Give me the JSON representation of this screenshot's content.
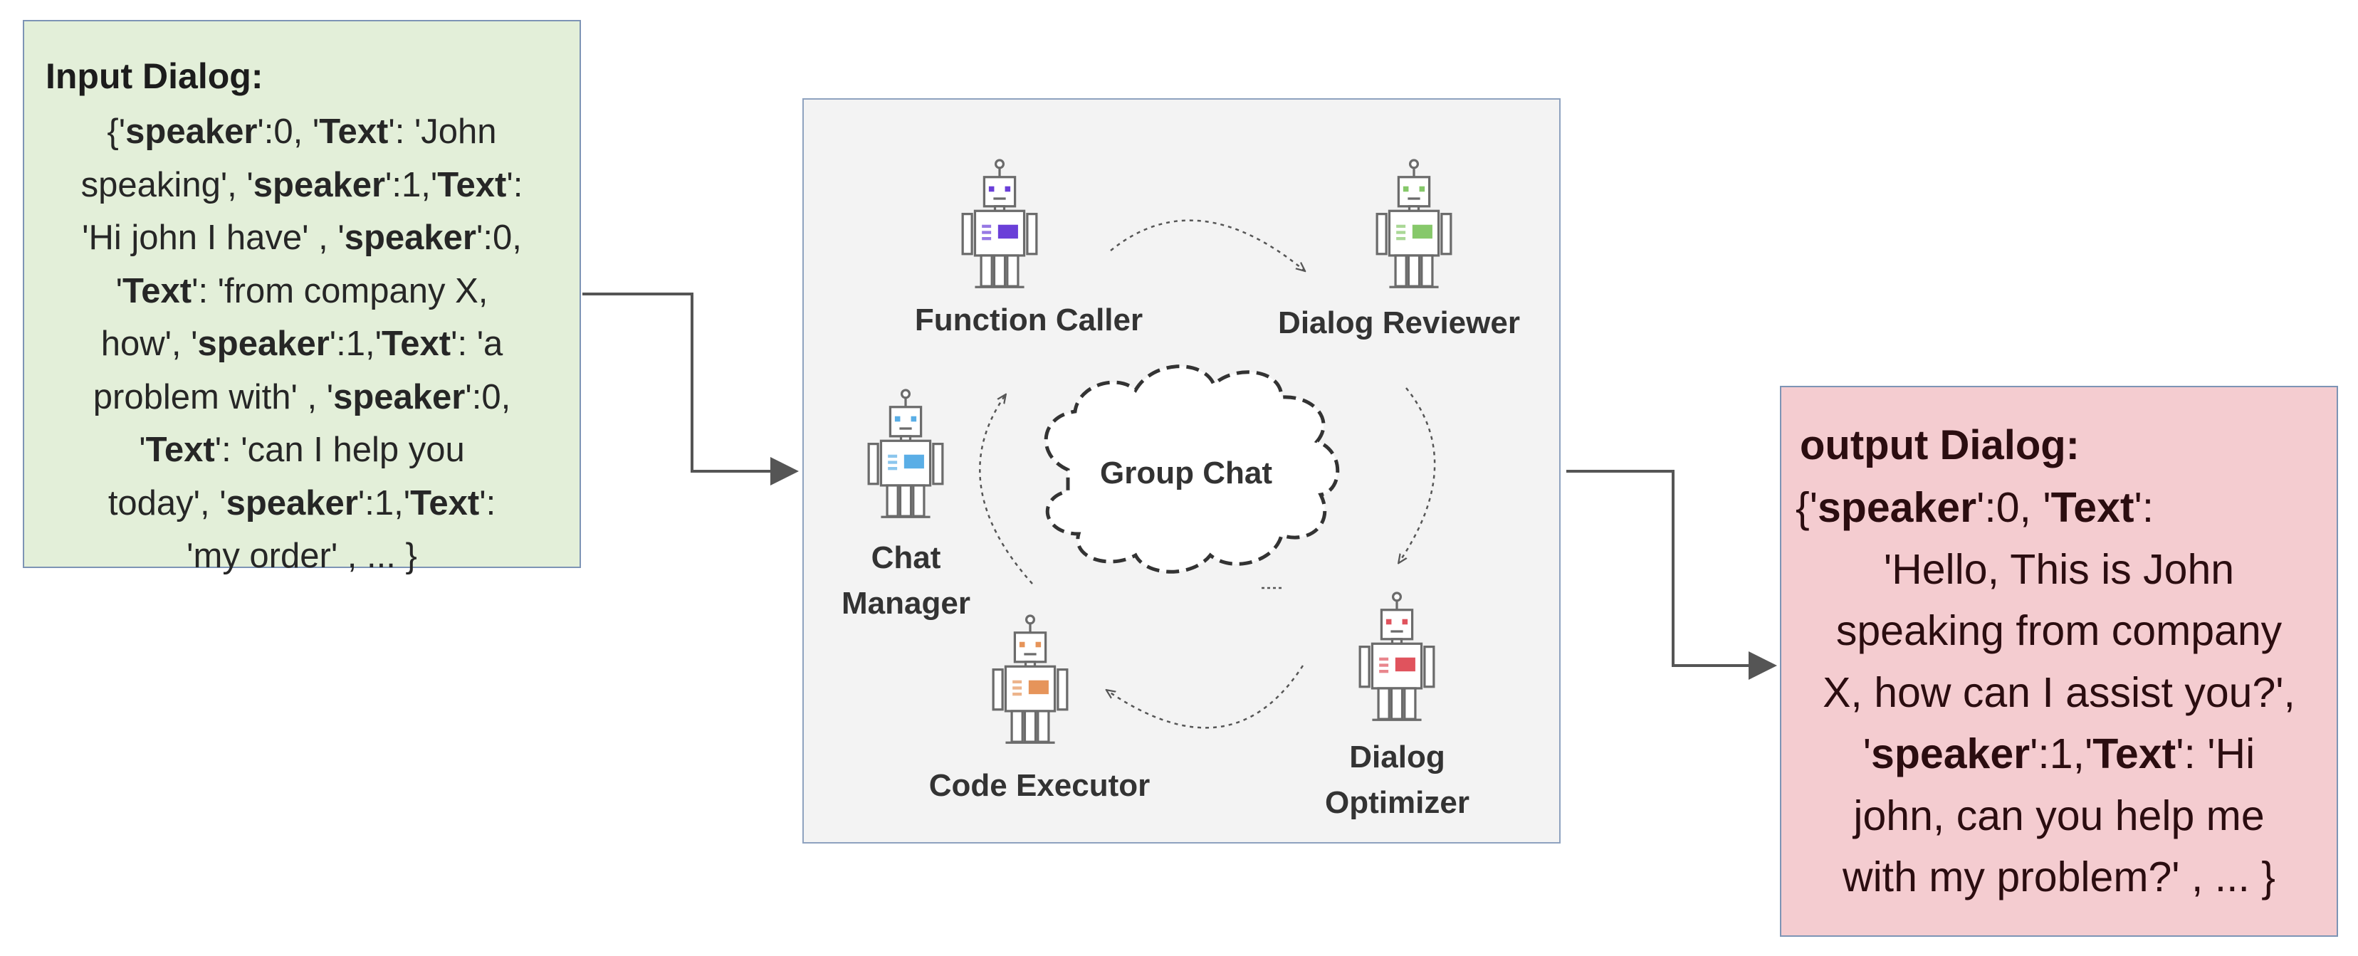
{
  "input_dialog": {
    "title": "Input Dialog:",
    "lines": [
      [
        {
          "t": "{'",
          "b": false
        },
        {
          "t": "speaker",
          "b": true
        },
        {
          "t": "':0, '",
          "b": false
        },
        {
          "t": "Text",
          "b": true
        },
        {
          "t": "': 'John",
          "b": false
        }
      ],
      [
        {
          "t": "speaking', '",
          "b": false
        },
        {
          "t": "speaker",
          "b": true
        },
        {
          "t": "':1,'",
          "b": false
        },
        {
          "t": "Text",
          "b": true
        },
        {
          "t": "':",
          "b": false
        }
      ],
      [
        {
          "t": "'Hi john I have' , '",
          "b": false
        },
        {
          "t": "speaker",
          "b": true
        },
        {
          "t": "':0,",
          "b": false
        }
      ],
      [
        {
          "t": "'",
          "b": false
        },
        {
          "t": "Text",
          "b": true
        },
        {
          "t": "': 'from company X,",
          "b": false
        }
      ],
      [
        {
          "t": "how', '",
          "b": false
        },
        {
          "t": "speaker",
          "b": true
        },
        {
          "t": "':1,'",
          "b": false
        },
        {
          "t": "Text",
          "b": true
        },
        {
          "t": "': 'a",
          "b": false
        }
      ],
      [
        {
          "t": "problem with' , '",
          "b": false
        },
        {
          "t": "speaker",
          "b": true
        },
        {
          "t": "':0,",
          "b": false
        }
      ],
      [
        {
          "t": "'",
          "b": false
        },
        {
          "t": "Text",
          "b": true
        },
        {
          "t": "': 'can I help you",
          "b": false
        }
      ],
      [
        {
          "t": "today', '",
          "b": false
        },
        {
          "t": "speaker",
          "b": true
        },
        {
          "t": "':1,'",
          "b": false
        },
        {
          "t": "Text",
          "b": true
        },
        {
          "t": "':",
          "b": false
        }
      ],
      [
        {
          "t": "'my  order' ,  ... }",
          "b": false
        }
      ]
    ]
  },
  "output_dialog": {
    "title": "output Dialog:",
    "lines": [
      [
        {
          "t": "{'",
          "b": false
        },
        {
          "t": "speaker",
          "b": true
        },
        {
          "t": "':0, '",
          "b": false
        },
        {
          "t": "Text",
          "b": true
        },
        {
          "t": "':",
          "b": false
        }
      ],
      [
        {
          "t": "'Hello, This is John",
          "b": false
        }
      ],
      [
        {
          "t": "speaking from company",
          "b": false
        }
      ],
      [
        {
          "t": "X, how can I assist you?',",
          "b": false
        }
      ],
      [
        {
          "t": "'",
          "b": false
        },
        {
          "t": "speaker",
          "b": true
        },
        {
          "t": "':1,'",
          "b": false
        },
        {
          "t": "Text",
          "b": true
        },
        {
          "t": "': 'Hi",
          "b": false
        }
      ],
      [
        {
          "t": "john, can you help me",
          "b": false
        }
      ],
      [
        {
          "t": "with my problem?' , ... }",
          "b": false
        }
      ]
    ]
  },
  "group_chat": {
    "label": "Group Chat"
  },
  "agents": {
    "function_caller": {
      "line1": "Function Caller",
      "line2": "",
      "icon": "robot-icon",
      "color": "#6a3fd8"
    },
    "dialog_reviewer": {
      "line1": "Dialog Reviewer",
      "line2": "",
      "icon": "robot-icon",
      "color": "#86c86a"
    },
    "chat_manager": {
      "line1": "Chat",
      "line2": "Manager",
      "icon": "robot-icon",
      "color": "#5aaee6"
    },
    "code_executor": {
      "line1": "Code Executor",
      "line2": "",
      "icon": "robot-icon",
      "color": "#e6945a"
    },
    "dialog_optimizer": {
      "line1": "Dialog",
      "line2": "Optimizer",
      "icon": "robot-icon",
      "color": "#e0535d"
    }
  },
  "colors": {
    "input_bg": "#e3efd9",
    "output_bg": "#f4ccd0",
    "panel_bg": "#f3f3f3",
    "arrow": "#555555"
  }
}
